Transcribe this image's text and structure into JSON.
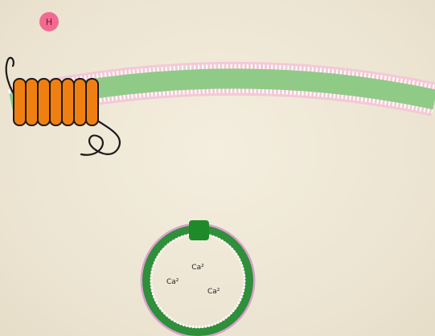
{
  "colors": {
    "background": "#efe8d7",
    "membrane_green": "#8fcb87",
    "lipid_pink": "#f3c9d6",
    "lipid_white": "#ffffff",
    "channel_orange": "#f07f12",
    "channel_outline": "#1a1a1a",
    "vesicle_green": "#2f8f3a",
    "vesicle_pink": "#d9a0cc",
    "vesicle_protein": "#1f8a2a",
    "hydrogen_marker": "#f26a92"
  },
  "hydrogen_marker": {
    "label": "H"
  },
  "vesicle": {
    "ion_labels": [
      "Ca²",
      "Ca²",
      "Ca²"
    ]
  },
  "icons": {
    "hydrogen": "circle-marker",
    "channel": "helix-bundle",
    "vesicle": "membrane-ring"
  }
}
